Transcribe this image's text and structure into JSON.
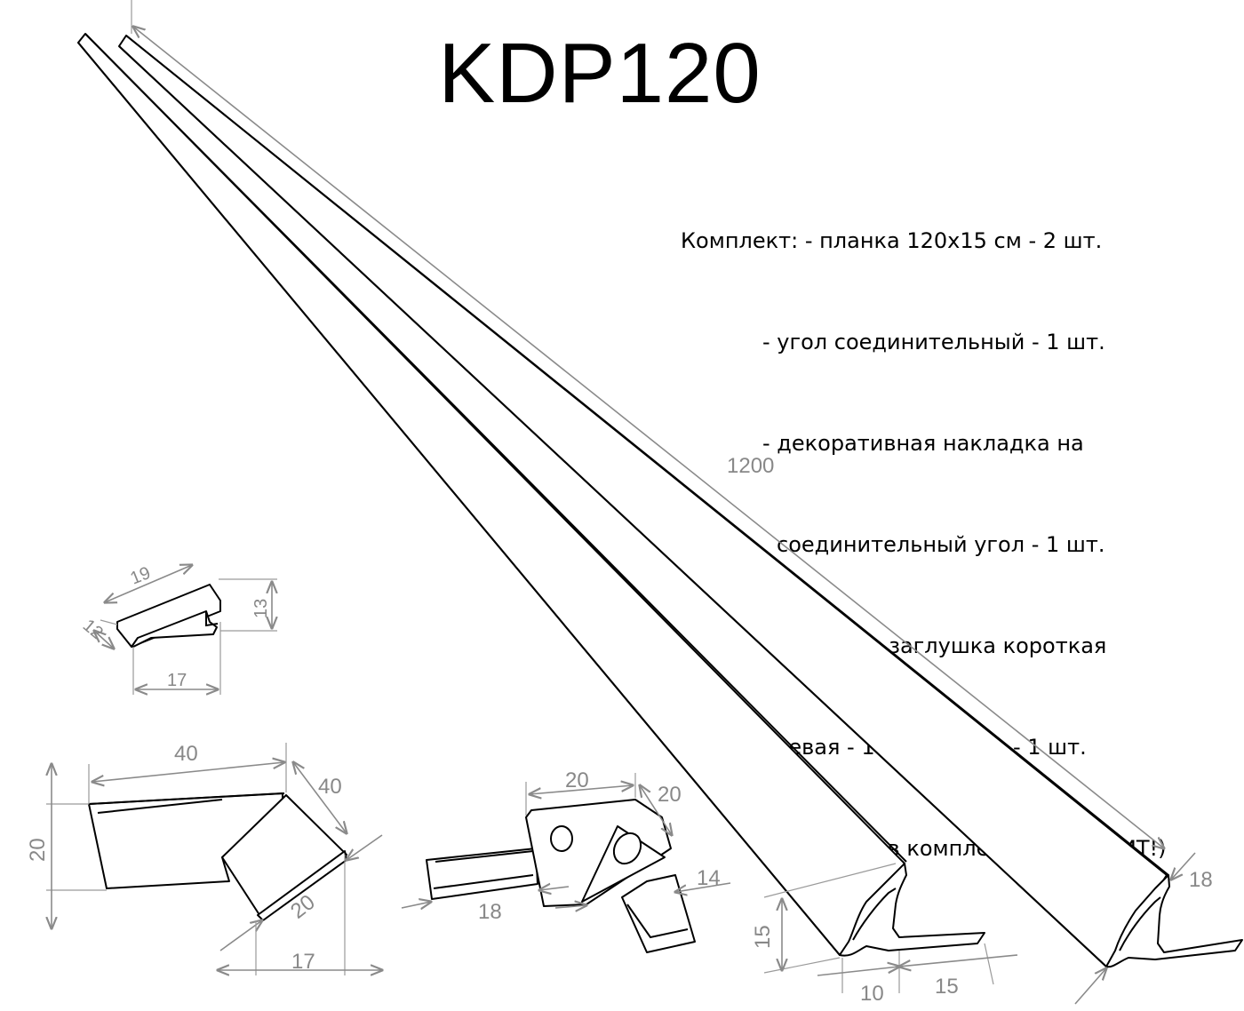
{
  "title": "KDP120",
  "kit": {
    "lines": [
      "Комплект: - планка 120х15 см - 2 шт.",
      "- угол соединительный - 1 шт.",
      "- декоративная накладка на",
      "соединительный угол - 1 шт.",
      "- торцевая заглушка короткая",
      "левая - 1 шт, правая - 1 шт.",
      "(герметик в комплект НЕ ВХОДИТ!)"
    ]
  },
  "dimensions": {
    "length": "1200",
    "profile_height": "15",
    "profile_base_left": "10",
    "profile_base_right": "15",
    "profile_side": "18",
    "cap_length": "19",
    "cap_width": "12",
    "cap_height": "13",
    "cap_base": "17",
    "corner_top": "40",
    "corner_side": "40",
    "corner_height": "20",
    "corner_diag": "20",
    "corner_base": "17",
    "joint_top": "20",
    "joint_side": "20",
    "joint_width": "14",
    "joint_base": "18"
  }
}
